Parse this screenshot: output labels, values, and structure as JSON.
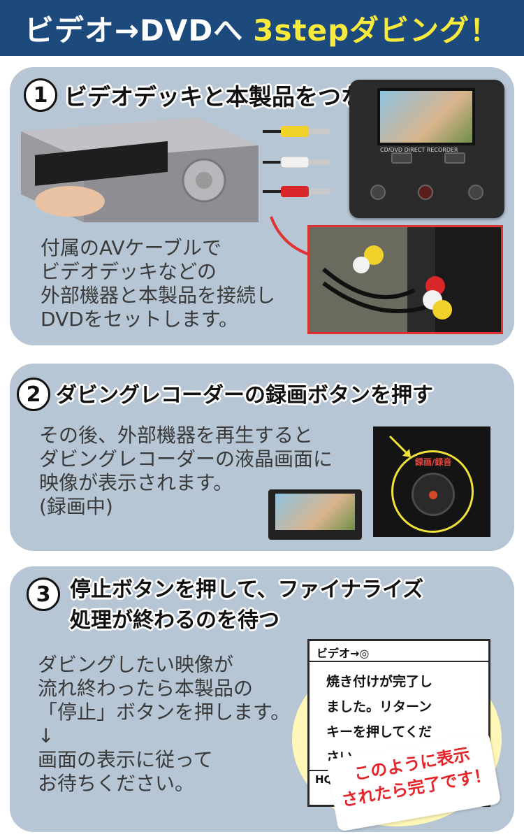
{
  "header": {
    "title_white": "ビデオ→DVDへ",
    "title_yellow": "3stepダビング！"
  },
  "step1": {
    "number": "1",
    "title": "ビデオデッキと本製品をつなぐ",
    "text": [
      "付属のAVケーブルで",
      "ビデオデッキなどの",
      "外部機器と本製品を接続し",
      "DVDをセットします。"
    ],
    "device_label": "CD/DVD DIRECT RECORDER"
  },
  "step2": {
    "number": "2",
    "title": "ダビングレコーダーの録画ボタンを押す",
    "text": [
      "その後、外部機器を再生すると",
      "ダビングレコーダーの液晶画面に",
      "映像が表示されます。",
      "(録画中)"
    ],
    "button_label": "録画/録音"
  },
  "step3": {
    "number": "3",
    "title_line1": "停止ボタンを押して、ファイナライズ",
    "title_line2": "処理が終わるのを待つ",
    "text": [
      "ダビングしたい映像が",
      "流れ終わったら本製品の",
      "「停止」ボタンを押します。",
      "↓",
      "画面の表示に従って",
      "お待ちください。"
    ],
    "lcd_header": "ビデオ→◎",
    "lcd_message": [
      "焼き付けが完了し",
      "ました。リターン",
      "キーを押してくだ",
      "さい"
    ],
    "lcd_footer": "HQ",
    "stamp": [
      "このように表示",
      "されたら完了です！"
    ]
  }
}
